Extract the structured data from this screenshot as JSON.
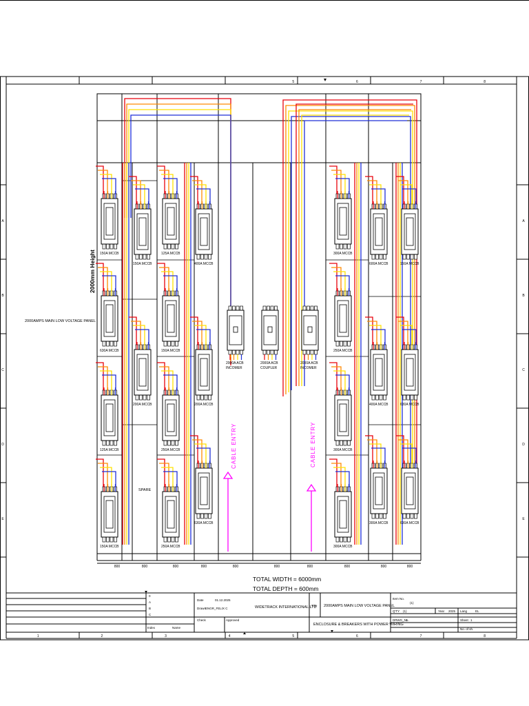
{
  "panel_title": "2000AMPS MAIN LOW VOLTAGE PANEL",
  "height_label": "2000mm Height",
  "total_width": "TOTAL  WIDTH = 6000mm",
  "total_depth": "TOTAL  DEPTH = 600mm",
  "cable_entry": "CABLE ENTRY",
  "spare": "SPARE",
  "colors": {
    "red": "#e8000b",
    "orange": "#ff8a00",
    "yellow": "#ffe100",
    "blue": "#1f2fd6",
    "magenta": "#ff00ff"
  },
  "columns": [
    {
      "width_label": "800",
      "breakers": [
        {
          "label": "150A MCCB"
        },
        {
          "label": "630A MCCB"
        },
        {
          "label": "125A MCCB"
        },
        {
          "label": "150A MCCB"
        }
      ]
    },
    {
      "width_label": "800",
      "breakers": [
        {
          "label": "150A MCCB"
        },
        {
          "label": "200A MCCB"
        }
      ]
    },
    {
      "width_label": "800",
      "breakers": [
        {
          "label": "125A MCCB"
        },
        {
          "label": "150A MCCB"
        },
        {
          "label": "250A MCCB"
        },
        {
          "label": "250A MCCB"
        }
      ]
    },
    {
      "width_label": "800",
      "breakers": [
        {
          "label": "400A MCCB"
        },
        {
          "label": "200A MCCB"
        },
        {
          "label": "630A MCCB"
        }
      ]
    },
    {
      "width_label": "800",
      "breakers": [
        {
          "label": "2000A ACB\nINCOMER"
        }
      ]
    },
    {
      "width_label": "800",
      "breakers": [
        {
          "label": "2000A ACB\nCOUPLER"
        }
      ]
    },
    {
      "width_label": "800",
      "breakers": [
        {
          "label": "2000A ACB\nINCOMER"
        }
      ]
    },
    {
      "width_label": "800",
      "breakers": [
        {
          "label": "300A MCCB"
        },
        {
          "label": "250A MCCB"
        },
        {
          "label": "300A MCCB"
        },
        {
          "label": "300A MCCB"
        }
      ]
    },
    {
      "width_label": "800",
      "breakers": [
        {
          "label": "600A MCCB"
        },
        {
          "label": "400A MCCB"
        },
        {
          "label": "300A MCCB"
        }
      ]
    },
    {
      "width_label": "800",
      "breakers": [
        {
          "label": "150A MCCB"
        },
        {
          "label": "630A MCCB"
        },
        {
          "label": "630A MCCB"
        }
      ]
    }
  ],
  "frame": {
    "top_numbers": [
      "1",
      "2",
      "3",
      "4",
      "5",
      "6",
      "7",
      "8"
    ],
    "side_letters": [
      "A",
      "B",
      "C",
      "D",
      "E"
    ]
  },
  "title_block": {
    "rev_marks": [
      "0",
      "A",
      "B",
      "C"
    ],
    "rev_headers": [
      "Index",
      "Name"
    ],
    "date_label": "Date",
    "date": "01.12.2025",
    "drawn_label": "Drawn",
    "drawn": "ENGR_FELIX C",
    "check_label": "Check",
    "approved_label": "Approved",
    "company": "WIDETRACK INTERNATIONAL LTD",
    "title_label": "Title",
    "title": "2000AMPS MAIN LOW VOLTAGE PANEL",
    "subtitle": "ENCLOSURE & BREAKERS WITH POWER WIRING",
    "item_no_label": "Item No.",
    "item_no": "(1)",
    "qty_label": "Q'TY",
    "qty": "(1)",
    "year_label": "Year",
    "year": "2025",
    "lang_label": "Lang",
    "lang": "EL",
    "drwg_label": "DRWG_No.",
    "drwg": "1",
    "sheet_label": "Sheet",
    "sheet": "1",
    "sheets_label": "No. of sh."
  }
}
